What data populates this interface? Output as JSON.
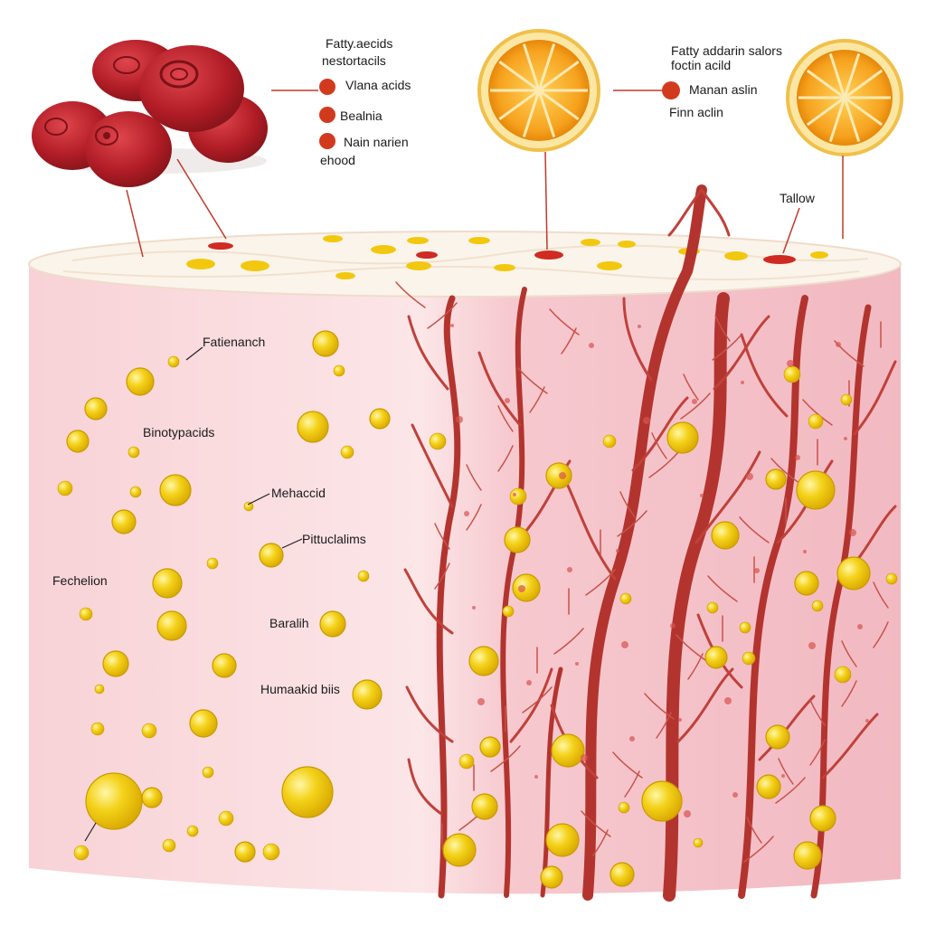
{
  "labels": {
    "top_left_header_1": "Fatty.aecids",
    "top_left_header_2": "nestortacils",
    "top_left_item_1": "Vlana acids",
    "top_left_item_2": "Bealnia",
    "top_left_item_3": "Nain narien",
    "top_left_item_3b": "ehood",
    "top_right_header_1": "Fatty addarin salors",
    "top_right_header_2": "foctin acild",
    "top_right_item_1": "Manan aslin",
    "top_right_item_2": "Finn aclin",
    "tallow": "Tallow",
    "fatienanch": "Fatienanch",
    "binotypacids": "Binotypacids",
    "mehaccid": "Mehaccid",
    "pittuclalims": "Pittuclalims",
    "fechelion": "Fechelion",
    "baralih": "Baralih",
    "humaakid": "Humaakid biis"
  },
  "colors": {
    "tissue_pink": "#f6c9cf",
    "tissue_light": "#fce6e8",
    "top_surface": "#fbf4ea",
    "vessel": "#b3342e",
    "vessel_dark": "#8f2320",
    "fat_globule": "#f2c80f",
    "meat": "#b01c25",
    "citrus": "#f6a21e",
    "bullet": "#d23a1e"
  }
}
